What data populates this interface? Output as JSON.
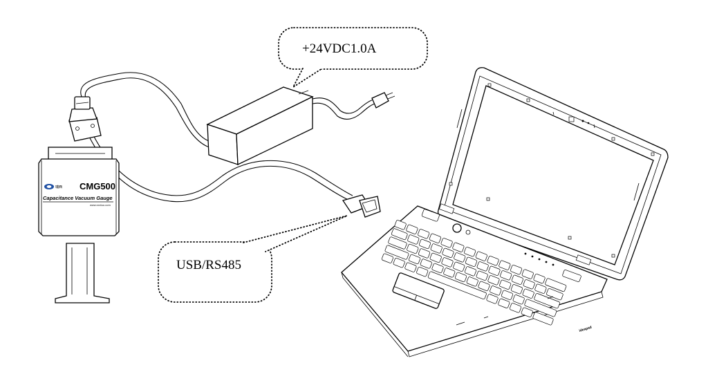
{
  "callouts": {
    "power": "+24VDC1.0A",
    "interface": "USB/RS485"
  },
  "gauge": {
    "model": "CMG500",
    "description": "Capacitance Vacuum Gauge",
    "url": "www.xxxtuo.com",
    "brand_mark": "瑞西"
  },
  "laptop": {
    "brand": "ideapad"
  }
}
